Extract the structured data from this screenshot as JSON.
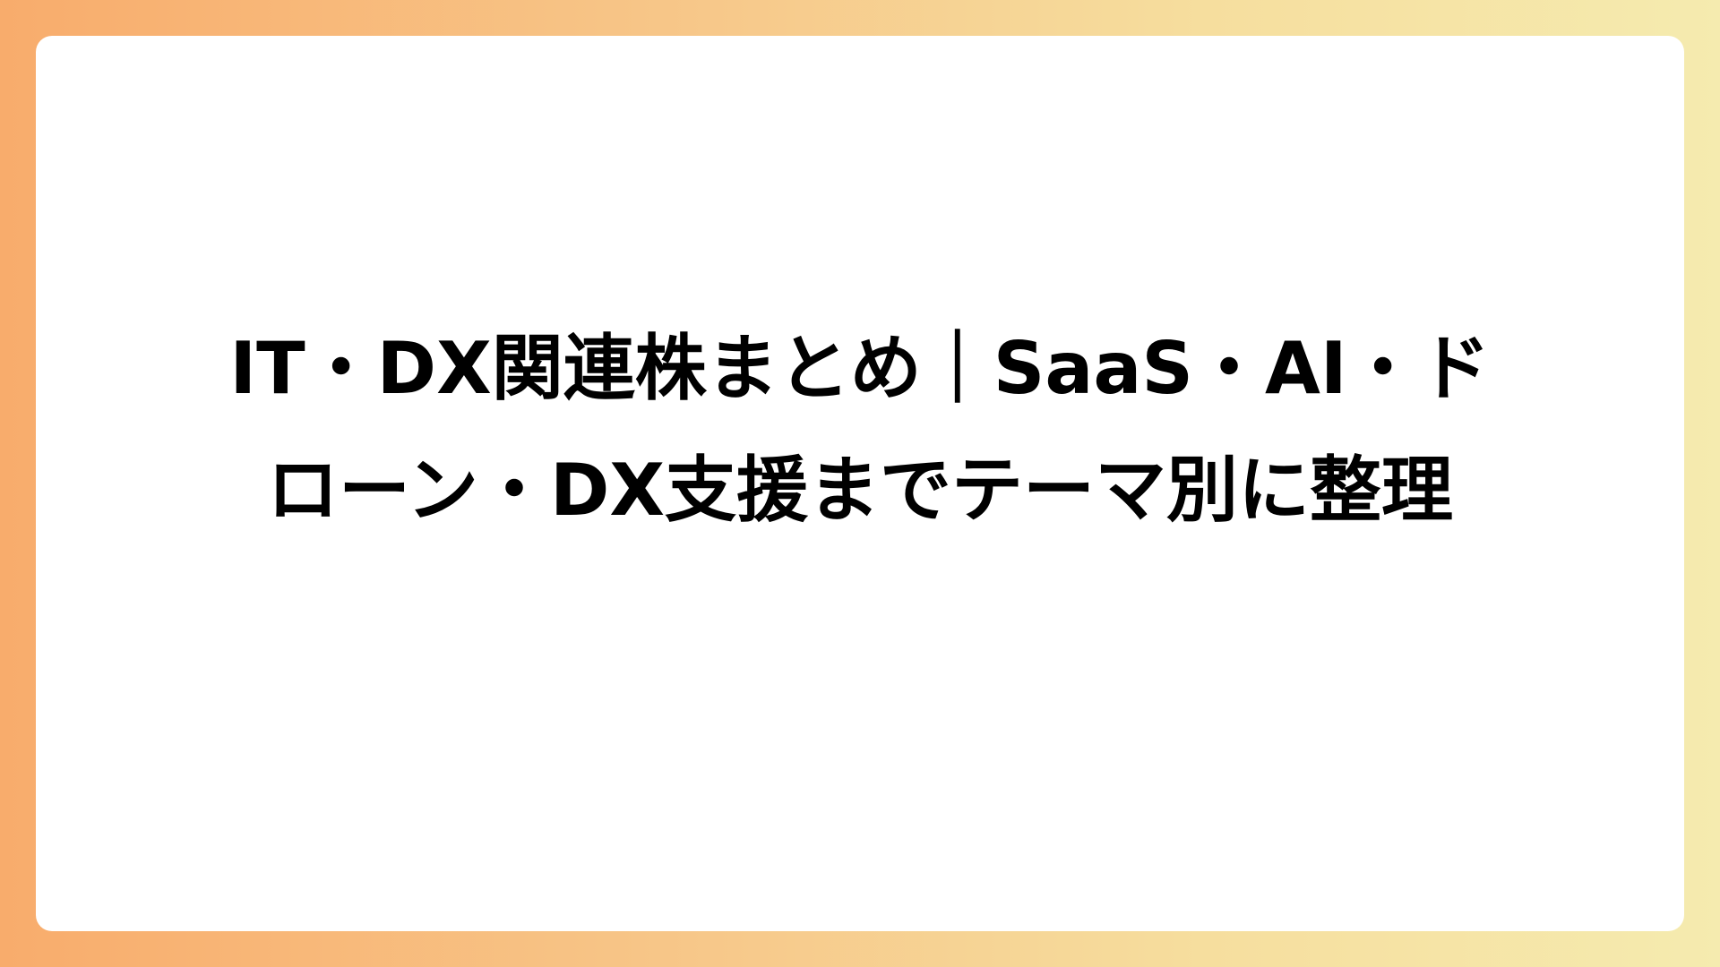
{
  "slide": {
    "title_lines": [
      "IT・DX関連株まとめ｜SaaS・AI・ド",
      "ローン・DX支援までテーマ別に整理"
    ],
    "title_full": "IT・DX関連株まとめ｜SaaS・AI・ドローン・DX支援までテーマ別に整理"
  },
  "colors": {
    "background_gradient_start": "#F8AC6C",
    "background_gradient_end": "#F5EBAF",
    "card_background": "#FFFFFF",
    "title_text": "#000000"
  }
}
